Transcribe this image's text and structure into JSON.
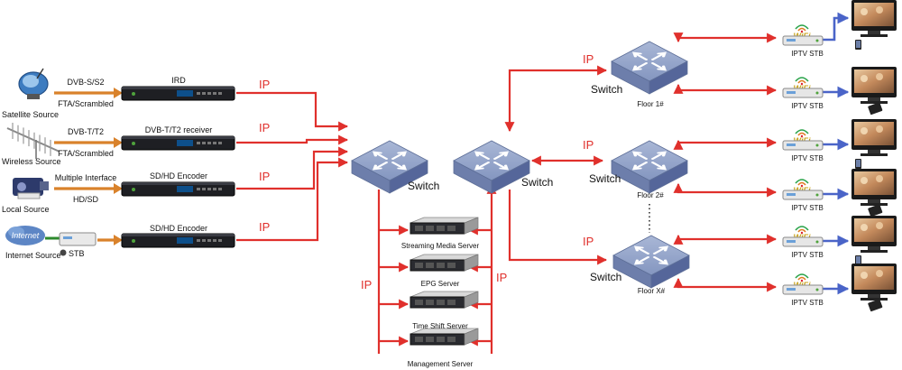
{
  "sources": [
    {
      "name": "Satellite Source",
      "signal": "DVB-S/S2",
      "sub": "FTA/Scrambled",
      "device": "IRD",
      "icon": "satellite-dish-icon"
    },
    {
      "name": "Wireless Source",
      "signal": "DVB-T/T2",
      "sub": "FTA/Scrambled",
      "device": "DVB-T/T2 receiver",
      "icon": "antenna-icon"
    },
    {
      "name": "Local Source",
      "signal": "Multiple Interface",
      "sub": "HD/SD",
      "device": "SD/HD Encoder",
      "icon": "camera-icon"
    },
    {
      "name": "Internet Source",
      "signal": "",
      "sub": "",
      "device": "SD/HD Encoder",
      "icon": "internet-cloud-icon",
      "extra": "STB"
    }
  ],
  "ip_label": "IP",
  "switch_label": "Switch",
  "internet_text": "Internet",
  "servers": [
    "Streaming Media Server",
    "EPG Server",
    "Time Shift Server",
    "Management Server"
  ],
  "floors": [
    "Floor 1#",
    "Floor 2#",
    "Floor X#"
  ],
  "stb_label": "IPTV STB",
  "wifi_label": "WiFi",
  "colors": {
    "ip_red": "#e0302c",
    "arrow_orange": "#d9822b",
    "switch_blue": "#7f92bb",
    "tv_blue": "#4a64c8"
  }
}
